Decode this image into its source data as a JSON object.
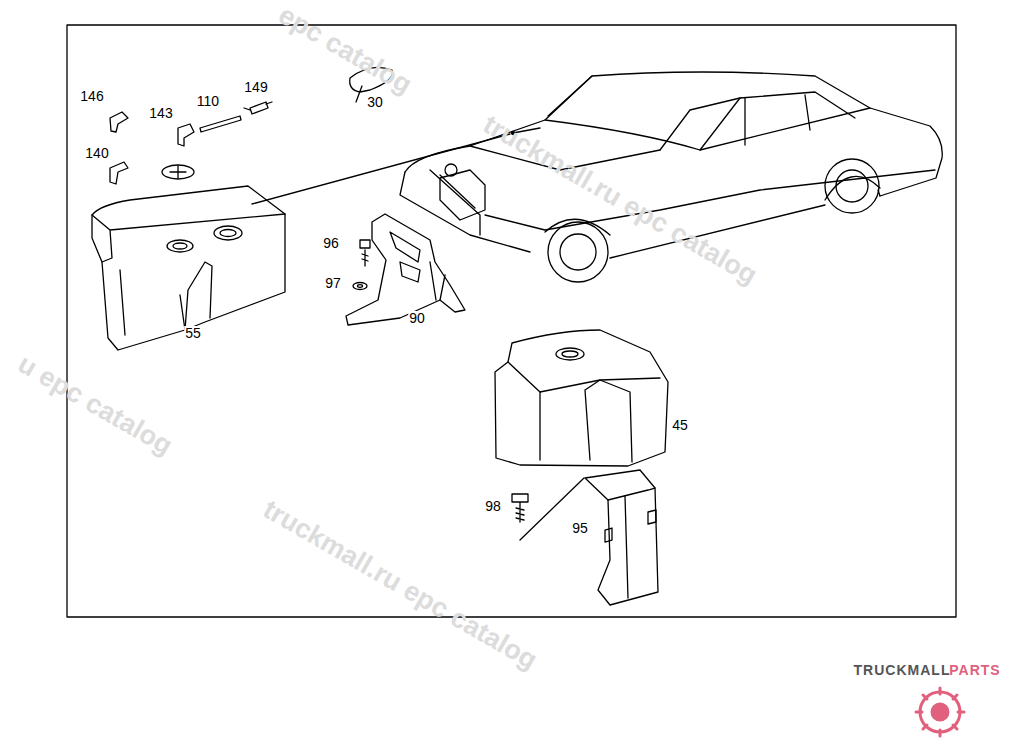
{
  "diagram": {
    "labels": [
      "146",
      "143",
      "110",
      "149",
      "30",
      "140",
      "96",
      "97",
      "90",
      "55",
      "45",
      "98",
      "95",
      "truckmall.ru epc catalog",
      "truckmall.ru epc catalog",
      "u epc catalog",
      "epc catalog",
      "TRUCKMALL",
      "PARTS"
    ]
  }
}
